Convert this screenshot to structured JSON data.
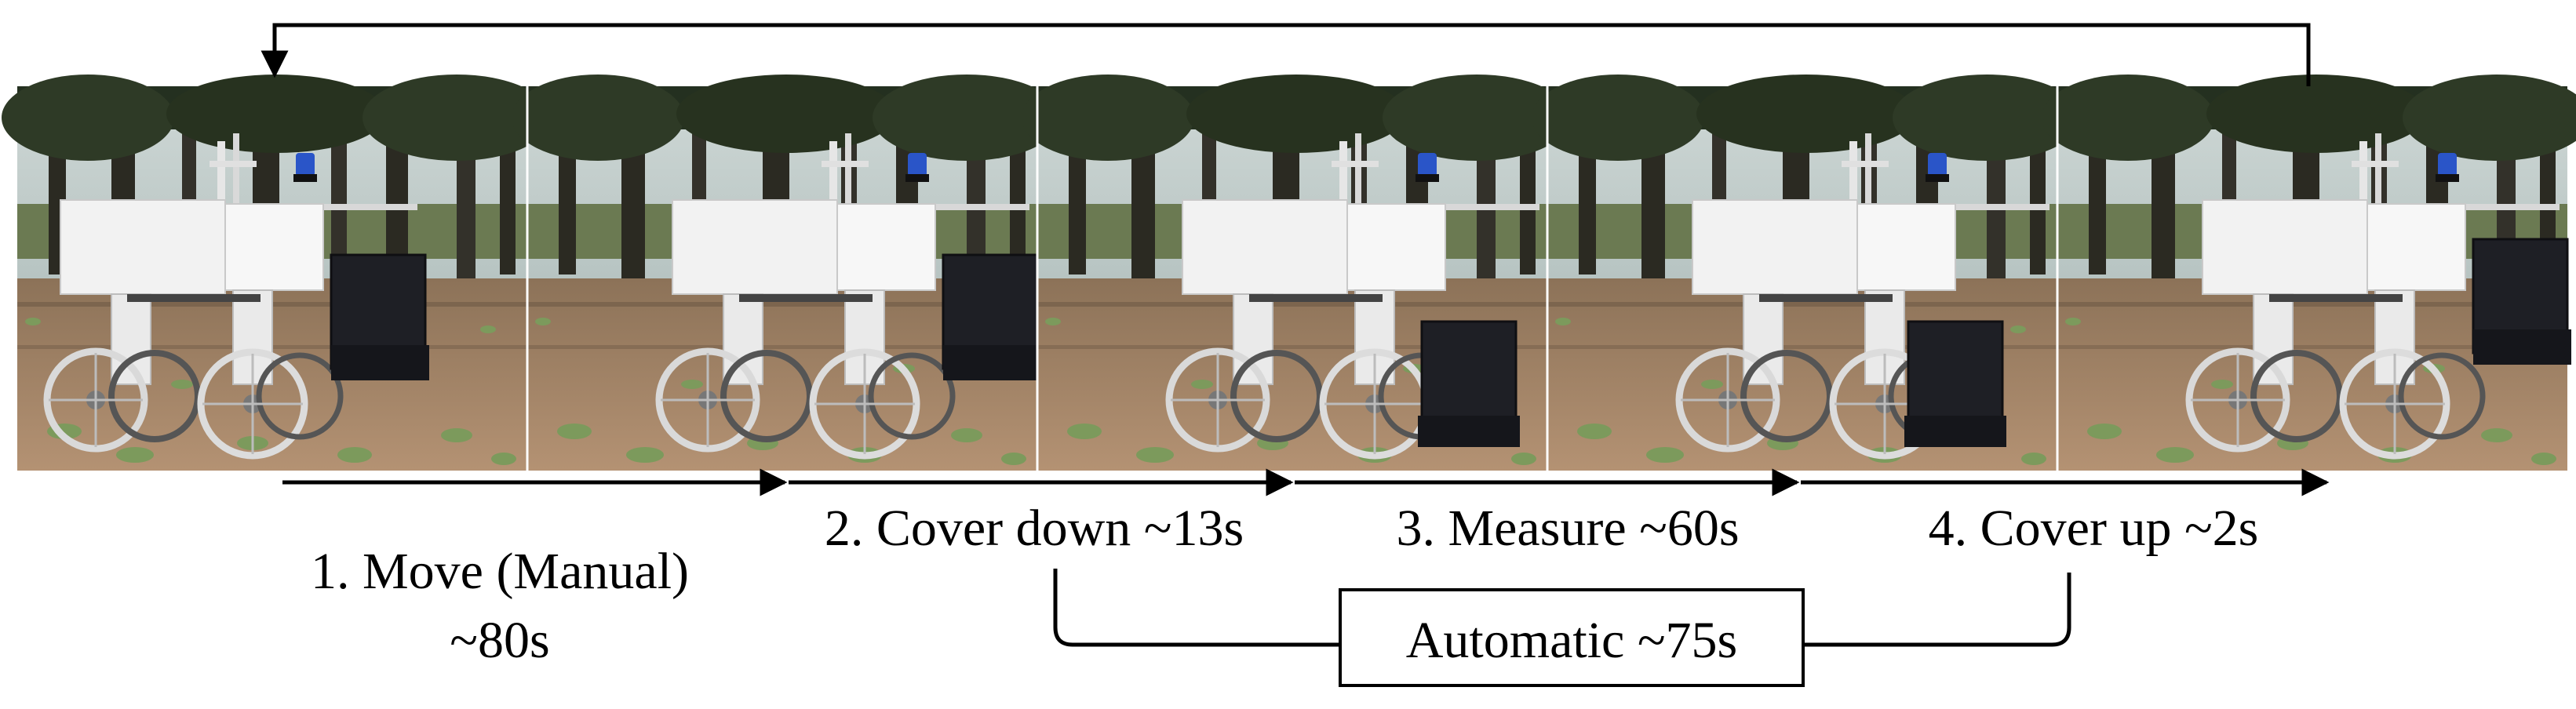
{
  "frames": [
    {
      "id": "frame-1",
      "cover_state": "raised"
    },
    {
      "id": "frame-2",
      "cover_state": "raised"
    },
    {
      "id": "frame-3",
      "cover_state": "lowered"
    },
    {
      "id": "frame-4",
      "cover_state": "lowered"
    },
    {
      "id": "frame-5",
      "cover_state": "raised"
    }
  ],
  "steps": [
    {
      "label": "1. Move (Manual)",
      "duration": "~80s"
    },
    {
      "label": "2. Cover down ~13s"
    },
    {
      "label": "3. Measure ~60s"
    },
    {
      "label": "4. Cover up ~2s"
    }
  ],
  "automatic_box": {
    "label": "Automatic ~75s"
  },
  "colors": {
    "line": "#000000",
    "sky": "#b9c8c8",
    "trees": "#2b2a22",
    "soil": "#a8876a",
    "robot_body": "#f2f2f2",
    "cover": "#1e1f25",
    "plants": "#7c9a5c",
    "beacon": "#2a55c8"
  }
}
